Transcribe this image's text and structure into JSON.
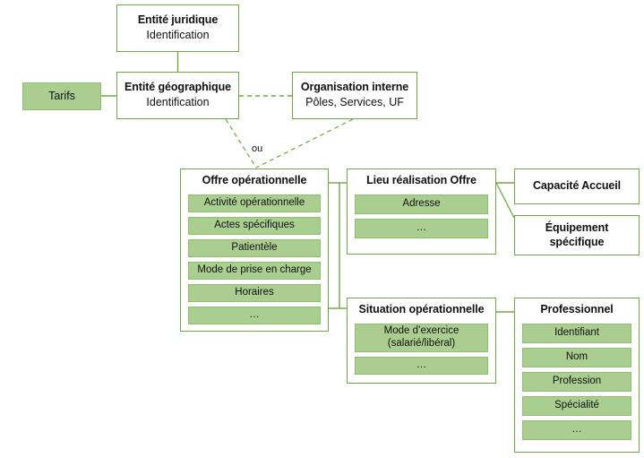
{
  "diagram": {
    "connector_color": "#70A845",
    "fill_color": "#A9CE8F",
    "border_color": "#8FBF6E",
    "or_label": "ou"
  },
  "nodes": {
    "entite_juridique": {
      "title": "Entité juridique",
      "subtitle": "Identification"
    },
    "entite_geographique": {
      "title": "Entité géographique",
      "subtitle": "Identification"
    },
    "organisation_interne": {
      "title": "Organisation interne",
      "subtitle": "Pôles, Services, UF"
    },
    "tarifs": {
      "title": "Tarifs"
    },
    "capacite_accueil": {
      "title": "Capacité Accueil"
    },
    "equipement_specifique": {
      "title": "Équipement\nspécifique"
    },
    "offre_operationnelle": {
      "title": "Offre opérationnelle",
      "attributes": [
        "Activité opérationnelle",
        "Actes spécifiques",
        "Patientèle",
        "Mode de prise en charge",
        "Horaires",
        "…"
      ]
    },
    "lieu_realisation_offre": {
      "title": "Lieu réalisation Offre",
      "attributes": [
        "Adresse",
        "…"
      ]
    },
    "situation_operationnelle": {
      "title": "Situation opérationnelle",
      "attributes": [
        "Mode d’exercice\n(salarié/libéral)",
        "…"
      ]
    },
    "professionnel": {
      "title": "Professionnel",
      "attributes": [
        "Identifiant",
        "Nom",
        "Profession",
        "Spécialité",
        "…"
      ]
    }
  }
}
